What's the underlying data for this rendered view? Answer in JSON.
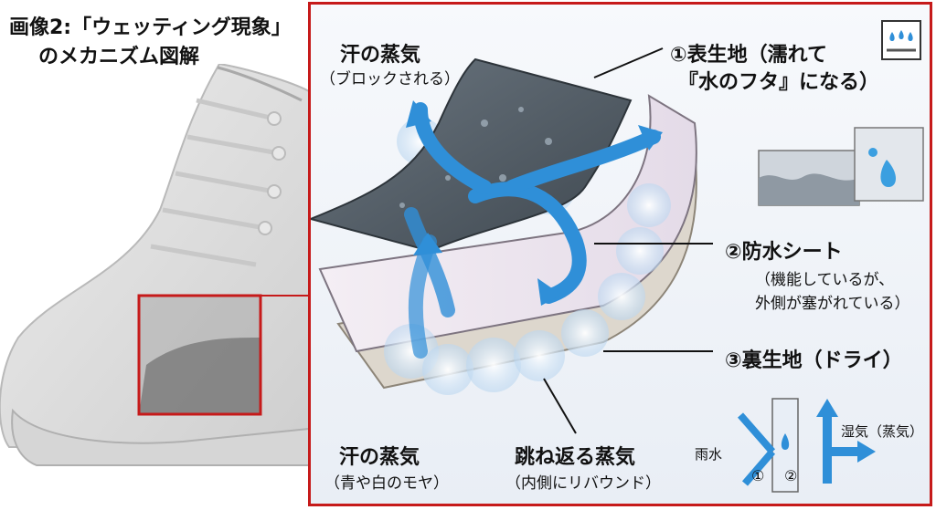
{
  "header": {
    "title_line1": "画像2:「ウェッティング現象」",
    "title_line2": "のメカニズム図解"
  },
  "labels": {
    "sweat_top_main": "汗の蒸気",
    "sweat_top_sub": "（ブロックされる）",
    "layer1_main": "①表生地（濡れて",
    "layer1_sub": "『水のフタ』になる）",
    "layer2_main": "②防水シート",
    "layer2_sub1": "（機能しているが、",
    "layer2_sub2": "外側が塞がれている）",
    "layer3_main": "③裏生地（ドライ）",
    "sweat_bottom_main": "汗の蒸気",
    "sweat_bottom_sub": "（青や白のモヤ）",
    "rebound_main": "跳ね返る蒸気",
    "rebound_sub": "（内側にリバウンド）"
  },
  "legend": {
    "rain": "雨水",
    "vapor": "湿気（蒸気）",
    "n1": "①",
    "n2": "②"
  },
  "colors": {
    "frame": "#c61a1a",
    "arrow": "#2f8fd8",
    "layer1": "#55606a",
    "layer2": "#ece6ee",
    "layer3": "#d9d4cb"
  },
  "icons": [
    "rain-fabric-icon",
    "water-drop-icon"
  ]
}
